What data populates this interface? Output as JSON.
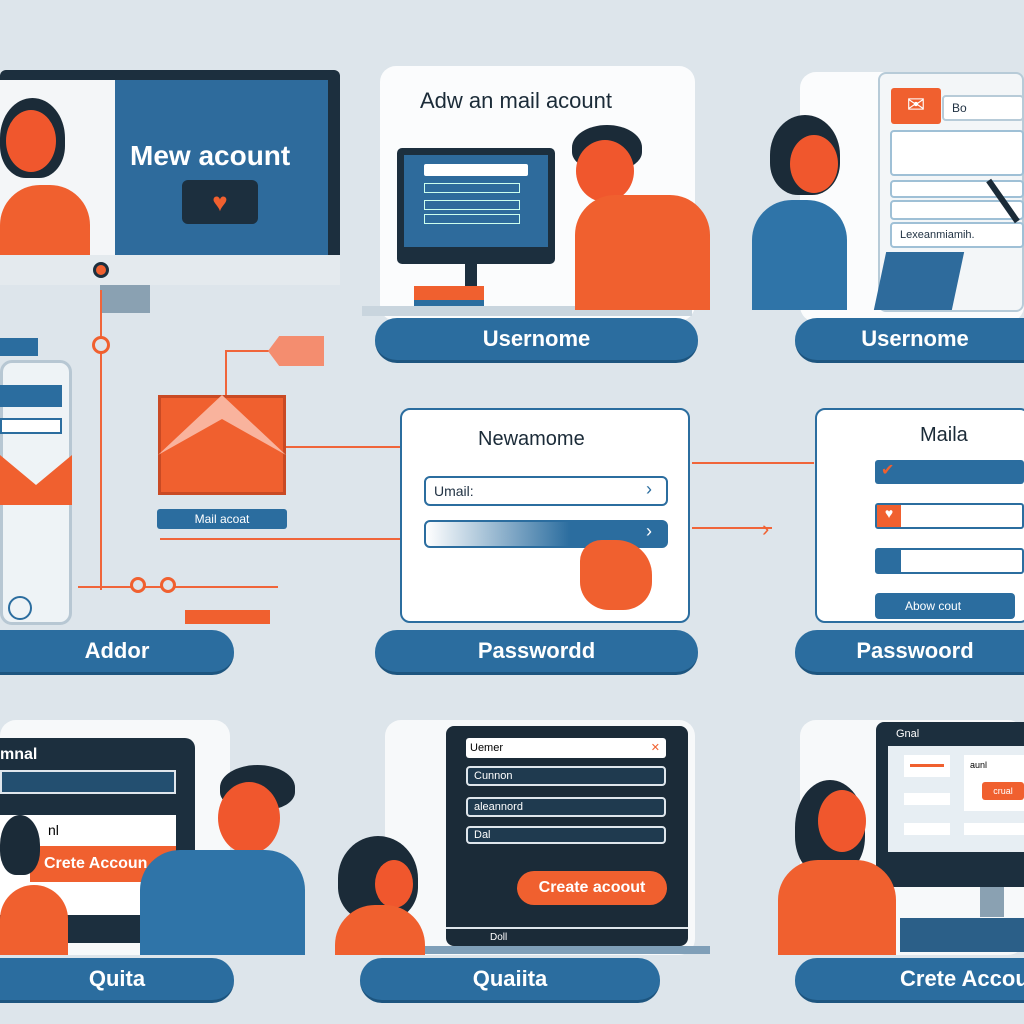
{
  "panel1": {
    "heading": "Mew acount",
    "label": "Mail acoat",
    "pill": "Addor"
  },
  "panel2": {
    "title": "Adw an mail acount",
    "pill": "Usernome"
  },
  "panel3": {
    "field_top": "Bo",
    "field_text": "Lexeanmiamih.",
    "pill": "Usernome"
  },
  "panel5": {
    "title": "Newamome",
    "field1": "Umail:",
    "pill": "Passwordd"
  },
  "panel6": {
    "title": "Maila",
    "button": "Abow cout",
    "pill": "Passwoord"
  },
  "panel7": {
    "title": "mnal",
    "field": "nl",
    "button": "Crete Accoun",
    "pill": "Quita"
  },
  "panel8": {
    "fields": [
      "Uemer",
      "Cunnon",
      "aleannord",
      "Dal"
    ],
    "button": "Create acoout",
    "footer": "Doll",
    "pill": "Quaiita"
  },
  "panel9": {
    "title": "Gnal",
    "field": "aunl",
    "button": "crual",
    "pill": "Crete Accoun"
  },
  "colors": {
    "blue": "#2b6d9f",
    "orange": "#f0602f",
    "dark": "#1b2b38",
    "bg": "#dde5eb"
  }
}
